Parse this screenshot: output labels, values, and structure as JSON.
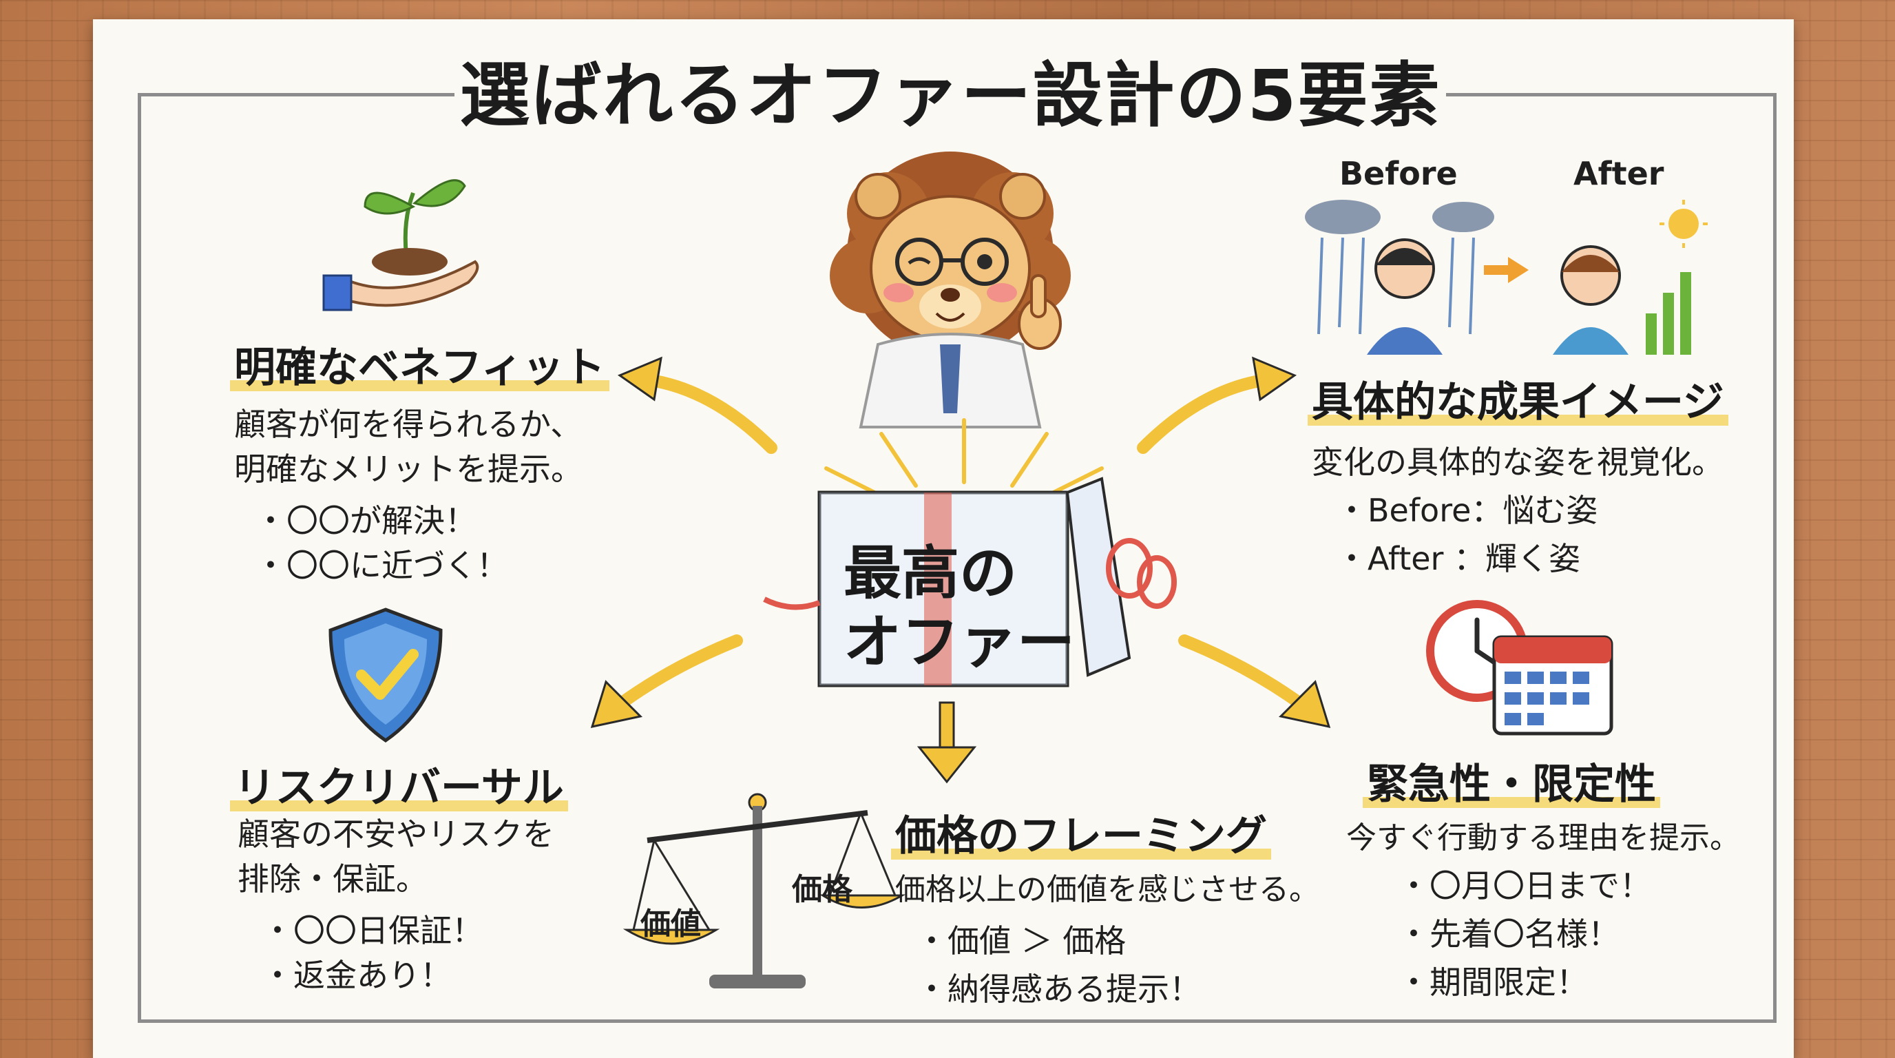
{
  "title": "選ばれるオファー設計の5要素",
  "center": {
    "box_text_line1": "最高の",
    "box_text_line2": "オファー"
  },
  "benefit": {
    "heading": "明確なベネフィット",
    "desc_line1": "顧客が何を得られるか、",
    "desc_line2": "明確なメリットを提示。",
    "bullets": [
      "・〇〇が解決！",
      "・〇〇に近づく！"
    ],
    "icon": "hand-with-sprout-icon"
  },
  "result": {
    "before_label": "Before",
    "after_label": "After",
    "heading": "具体的な成果イメージ",
    "desc": "変化の具体的な姿を視覚化。",
    "bullets": [
      "・Before：悩む姿",
      "・After ：輝く姿"
    ],
    "icon": "before-after-illustration"
  },
  "risk": {
    "heading": "リスクリバーサル",
    "desc_line1": "顧客の不安やリスクを",
    "desc_line2": "排除・保証。",
    "bullets": [
      "・〇〇日保証！",
      "・返金あり！"
    ],
    "icon": "shield-check-icon"
  },
  "price": {
    "heading": "価格のフレーミング",
    "desc": "価格以上の価値を感じさせる。",
    "bullets": [
      "・価値 ＞ 価格",
      "・納得感ある提示！"
    ],
    "scale_left": "価値",
    "scale_right": "価格",
    "icon": "balance-scale-icon"
  },
  "urgency": {
    "heading": "緊急性・限定性",
    "desc": "今すぐ行動する理由を提示。",
    "bullets": [
      "・〇月〇日まで！",
      "・先着〇名様！",
      "・期間限定！"
    ],
    "icon": "clock-calendar-icon"
  },
  "colors": {
    "highlight": "#f4d35e",
    "arrow": "#f2c33a",
    "shield": "#3f7fd0",
    "ribbon": "#e0574b"
  }
}
